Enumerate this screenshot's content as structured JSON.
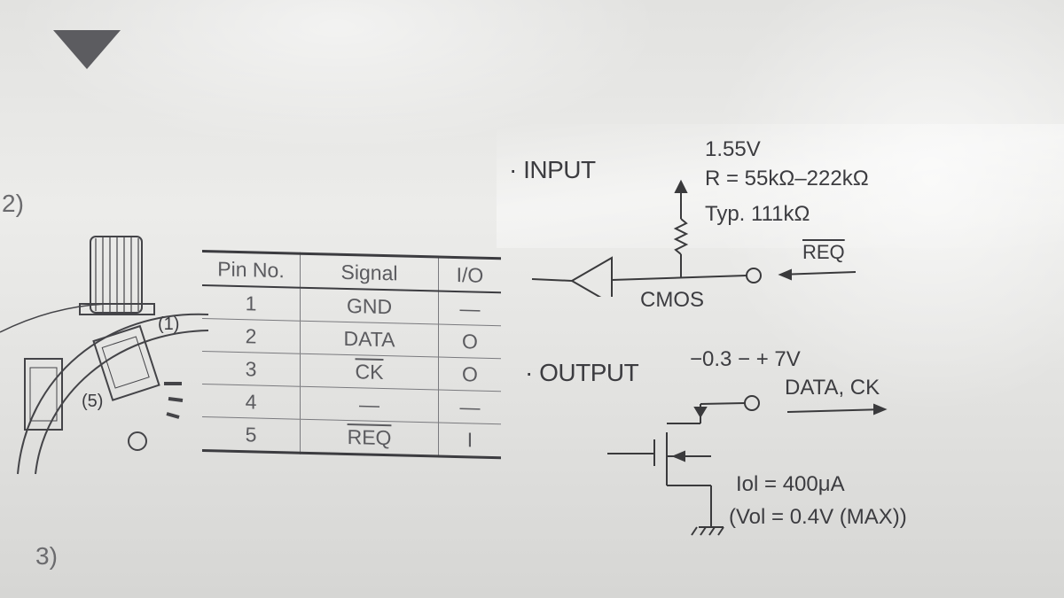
{
  "section_numbers": {
    "s2": "2)",
    "s3": "3)"
  },
  "pin_table": {
    "headers": [
      "Pin No.",
      "Signal",
      "I/O"
    ],
    "rows": [
      {
        "pin": "1",
        "signal": "GND",
        "io": "—",
        "overline": false
      },
      {
        "pin": "2",
        "signal": "DATA",
        "io": "O",
        "overline": false
      },
      {
        "pin": "3",
        "signal": "CK",
        "io": "O",
        "overline": true
      },
      {
        "pin": "4",
        "signal": "—",
        "io": "—",
        "overline": false
      },
      {
        "pin": "5",
        "signal": "REQ",
        "io": "I",
        "overline": true
      }
    ]
  },
  "device_labels": {
    "label_1": "(1)",
    "label_5": "(5)"
  },
  "input": {
    "heading": "· INPUT",
    "voltage": "1.55V",
    "resistance": "R = 55kΩ–222kΩ",
    "typical": "Typ. 111kΩ",
    "signal": "REQ",
    "buffer": "CMOS"
  },
  "output": {
    "heading": "· OUTPUT",
    "voltage": "−0.3 − + 7V",
    "signal": "DATA, CK",
    "current": "Iol = 400μA",
    "voltage_max": "(Vol = 0.4V (MAX))"
  },
  "colors": {
    "paper": "#e6e6e4",
    "ink": "#3a3a3c"
  }
}
